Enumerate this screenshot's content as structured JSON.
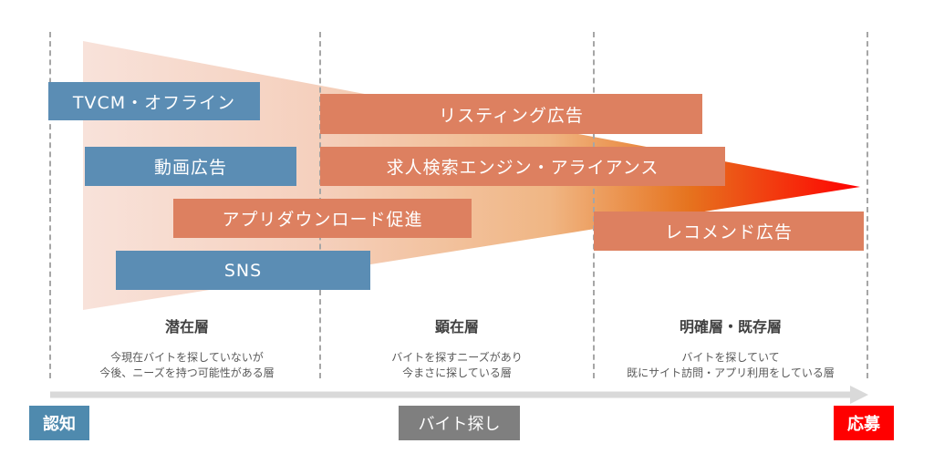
{
  "colors": {
    "blue": "#5b8db4",
    "orange": "#dd8060",
    "gray": "#7f7f7f",
    "red": "#ff0000"
  },
  "channels": [
    {
      "label": "TVCM・オフライン"
    },
    {
      "label": "動画広告"
    },
    {
      "label": "アプリダウンロード促進"
    },
    {
      "label": "SNS"
    },
    {
      "label": "リスティング広告"
    },
    {
      "label": "求人検索エンジン・アライアンス"
    },
    {
      "label": "レコメンド広告"
    }
  ],
  "layers": [
    {
      "title": "潜在層",
      "desc1": "今現在バイトを探していないが",
      "desc2": "今後、ニーズを持つ可能性がある層"
    },
    {
      "title": "顕在層",
      "desc1": "バイトを探すニーズがあり",
      "desc2": "今まさに探している層"
    },
    {
      "title": "明確層・既存層",
      "desc1": "バイトを探していて",
      "desc2": "既にサイト訪問・アプリ利用をしている層"
    }
  ],
  "stages": {
    "start": "認知",
    "middle": "バイト探し",
    "end": "応募"
  }
}
